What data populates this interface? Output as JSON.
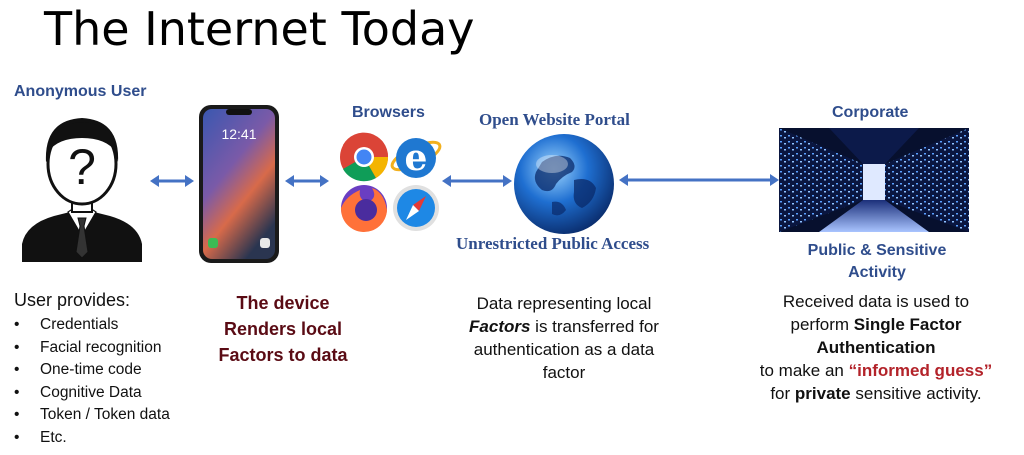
{
  "title": "The Internet Today",
  "nodes": {
    "user": {
      "label": "Anonymous User",
      "provides_heading": "User provides:",
      "provides": [
        "Credentials",
        "Facial recognition",
        "One-time code",
        "Cognitive Data",
        "Token / Token data",
        "Etc."
      ]
    },
    "device": {
      "phone_time": "12:41",
      "caption_lines": [
        "The device",
        "Renders local",
        "Factors to data"
      ]
    },
    "browsers": {
      "label": "Browsers"
    },
    "portal": {
      "label_top": "Open Website Portal",
      "label_bottom": "Unrestricted Public Access",
      "desc": {
        "line1": "Data representing local",
        "line2_em": "Factors",
        "line2_rest": " is transferred for",
        "line3": "authentication as a data",
        "line4": "factor"
      }
    },
    "corporate": {
      "label": "Corporate",
      "sub_label_lines": [
        "Public & Sensitive",
        "Activity"
      ],
      "desc": {
        "line1": "Received data is used to",
        "line2_pre": "perform ",
        "line2_bold": "Single Factor",
        "line3_bold": "Authentication",
        "line4_pre": "to make an ",
        "line4_red": "“informed guess”",
        "line5_bold": "private",
        "line5_pre": "for ",
        "line5_rest": " sensitive activity."
      }
    }
  },
  "colors": {
    "label_blue": "#2f4d8c",
    "arrow_blue": "#4472c4",
    "caption_maroon": "#5a0b14",
    "highlight_red": "#b3232a"
  }
}
